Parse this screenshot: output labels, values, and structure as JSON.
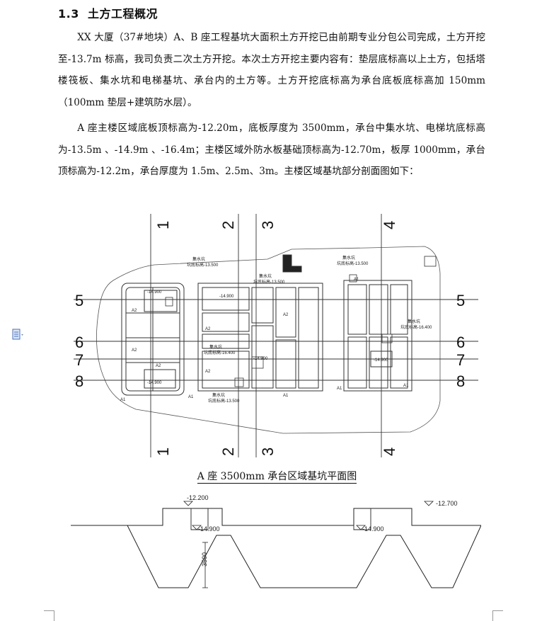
{
  "heading": {
    "number": "1.3",
    "title": "土方工程概况"
  },
  "paragraphs": [
    "XX 大厦（37#地块）A、B 座工程基坑大面积土方开挖已由前期专业分包公司完成，土方开挖至-13.7m 标高，我司负责二次土方开挖。本次土方开挖主要内容有：垫层底标高以上土方，包括塔楼筏板、集水坑和电梯基坑、承台内的土方等。土方开挖底标高为承台底板底标高加 150mm（100mm 垫层+建筑防水层）。",
    "A 座主楼区域底板顶标高为-12.20m，底板厚度为 3500mm，承台中集水坑、电梯坑底标高为-13.5m 、-14.9m 、-16.4m；主楼区域外防水板基础顶标高为-12.70m，板厚 1000mm，承台顶标高为-12.2m，承台厚度为 1.5m、2.5m、3m。主楼区域基坑部分剖面图如下："
  ],
  "plan": {
    "caption": "A 座 3500mm 承台区域基坑平面图",
    "axis_cols": [
      "1",
      "2",
      "3",
      "4"
    ],
    "axis_rows": [
      "5",
      "6",
      "7",
      "8"
    ],
    "elev_labels": [
      "-14.900",
      "-14.900",
      "-14.900",
      "-14.900",
      "-14.900"
    ],
    "pit_labels": [
      "集水坑",
      "集水坑",
      "集水坑",
      "集水坑",
      "集水坑",
      "集水坑"
    ],
    "pit_elev_labels": [
      "坑底标高-13.500",
      "坑底标高-13.500",
      "坑底标高-13.500",
      "坑底标高-16.400",
      "坑底标高-16.400",
      "坑底标高-13.500"
    ],
    "zone_labels": [
      "A2",
      "A2",
      "A2",
      "A2",
      "A2",
      "A2",
      "A1",
      "A1",
      "A1",
      "A1",
      "A1",
      "A1"
    ]
  },
  "section": {
    "elev_left": "-12.200",
    "elev_right": "-12.700",
    "elev_pit_left": "-14.900",
    "elev_pit_right": "-14.900",
    "dim_thickness": "3500"
  },
  "colors": {
    "line": "#222222",
    "grid": "#333333",
    "accent": "#4472c4"
  }
}
